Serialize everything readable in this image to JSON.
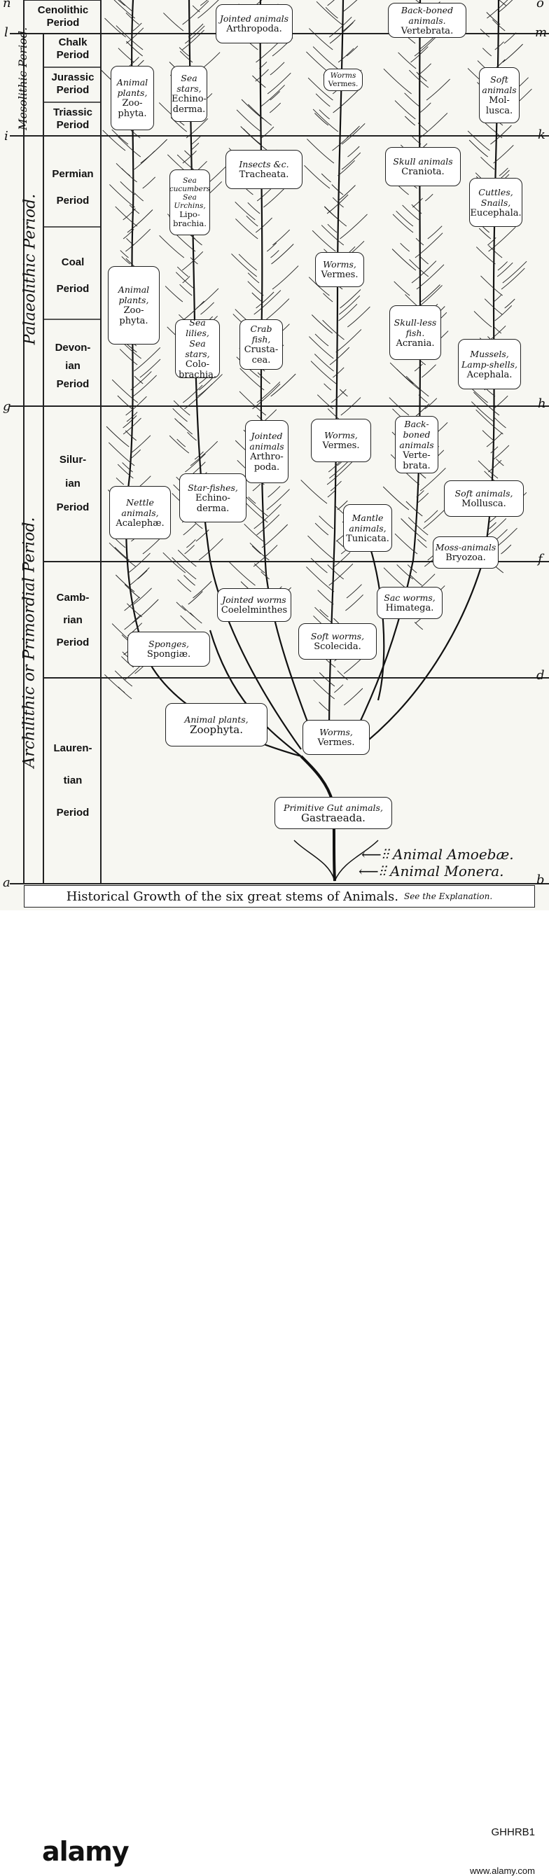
{
  "periods": [
    {
      "id": "cenolithic",
      "label": "Cenolithic\nPeriod"
    },
    {
      "id": "chalk",
      "label": "Chalk\nPeriod"
    },
    {
      "id": "jurassic",
      "label": "Jurassic\nPeriod"
    },
    {
      "id": "triassic",
      "label": "Triassic\nPeriod"
    },
    {
      "id": "permian",
      "label": "Permian\nPeriod"
    },
    {
      "id": "coal",
      "label": "Coal\nPeriod"
    },
    {
      "id": "devonian",
      "label": "Devon-\nian\nPeriod"
    },
    {
      "id": "silurian",
      "label": "Silur-\nian\nPeriod"
    },
    {
      "id": "cambrian",
      "label": "Camb-\nrian\nPeriod"
    },
    {
      "id": "laurentian",
      "label": "Lauren-\ntian\nPeriod"
    }
  ],
  "eras": {
    "mesolithic": "Mesolithic Period.",
    "palaeolithic": "Palaeolithic Period.",
    "archilithic": "Archilithic or Primordial Period."
  },
  "letters": {
    "n": "n",
    "l": "l",
    "i": "i",
    "g": "g",
    "a": "a",
    "o": "o",
    "m": "m",
    "k": "k",
    "h": "h",
    "f": "f",
    "d": "d",
    "b": "b"
  },
  "nodes": [
    {
      "id": "gastraeada",
      "common": "Primitive Gut animals,",
      "latin": "Gastraeada."
    },
    {
      "id": "zoophyta-root",
      "common": "Animal plants,",
      "latin": "Zoophyta."
    },
    {
      "id": "vermes-root",
      "common": "Worms,",
      "latin": "Vermes."
    },
    {
      "id": "spongiae",
      "common": "Sponges,",
      "latin": "Spongiæ."
    },
    {
      "id": "scolecida",
      "common": "Soft worms,",
      "latin": "Scolecida."
    },
    {
      "id": "coelelminthes",
      "common": "Jointed worms",
      "latin": "Coelelminthes"
    },
    {
      "id": "himatega",
      "common": "Sac worms,",
      "latin": "Himatega."
    },
    {
      "id": "bryozoa",
      "common": "Moss-animals",
      "latin": "Bryozoa."
    },
    {
      "id": "acalephae",
      "common": "Nettle animals,",
      "latin": "Acalephæ."
    },
    {
      "id": "echinoderma-sil",
      "common": "Star-fishes,",
      "latin": "Echino-derma."
    },
    {
      "id": "arthropoda-sil",
      "common": "Jointed animals",
      "latin": "Arthro-poda."
    },
    {
      "id": "vermes-sil",
      "common": "Worms,",
      "latin": "Vermes."
    },
    {
      "id": "tunicata",
      "common": "Mantle animals,",
      "latin": "Tunicata."
    },
    {
      "id": "vertebrata-sil",
      "common": "Back-boned animals",
      "latin": "Verte-brata."
    },
    {
      "id": "mollusca-sil",
      "common": "Soft animals,",
      "latin": "Mollusca."
    },
    {
      "id": "zoophyta-dev",
      "common": "Animal plants,",
      "latin": "Zoo-phyta."
    },
    {
      "id": "colobrachia",
      "common": "Sea lilies, Sea stars,",
      "latin": "Colo-brachia."
    },
    {
      "id": "crustacea",
      "common": "Crab fish,",
      "latin": "Crusta-cea."
    },
    {
      "id": "vermes-coal",
      "common": "Worms,",
      "latin": "Vermes."
    },
    {
      "id": "acrania",
      "common": "Skull-less fish.",
      "latin": "Acrania."
    },
    {
      "id": "acephala",
      "common": "Mussels, Lamp-shells,",
      "latin": "Acephala."
    },
    {
      "id": "lipobrachia",
      "common": "Sea cucumbers Sea Urchins,",
      "latin": "Lipo-brachia."
    },
    {
      "id": "tracheata",
      "common": "Insects &c.",
      "latin": "Tracheata."
    },
    {
      "id": "craniota",
      "common": "Skull animals",
      "latin": "Craniota."
    },
    {
      "id": "eucephala",
      "common": "Cuttles, Snails,",
      "latin": "Eucephala."
    },
    {
      "id": "zoophyta-top",
      "common": "Animal plants,",
      "latin": "Zoo-phyta."
    },
    {
      "id": "echinoderma-top",
      "common": "Sea stars,",
      "latin": "Echino-derma."
    },
    {
      "id": "arthropoda-top",
      "common": "Jointed animals",
      "latin": "Arthropoda."
    },
    {
      "id": "vermes-top",
      "common": "Worms",
      "latin": "Vermes."
    },
    {
      "id": "vertebrata-top",
      "common": "Back-boned animals.",
      "latin": "Vertebrata."
    },
    {
      "id": "mollusca-top",
      "common": "Soft animals",
      "latin": "Mol-lusca."
    }
  ],
  "amoeba": {
    "amoebae": "Animal Amoebæ.",
    "monera": "Animal Monera."
  },
  "caption": {
    "main": "Historical Growth of the six great stems of Animals.",
    "sub": "See the Explanation."
  },
  "watermark": {
    "logo": "alamy",
    "image_id": "GHHRB1",
    "url": "www.alamy.com"
  }
}
